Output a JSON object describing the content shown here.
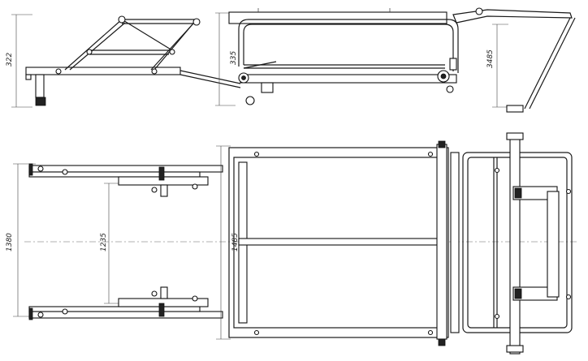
{
  "dimensions": {
    "left_side_height": "322",
    "middle_side_height": "335",
    "right_side_height": "3485",
    "plan_left_width": "1380",
    "plan_inner_width": "1235",
    "plan_middle_width": "1485"
  }
}
